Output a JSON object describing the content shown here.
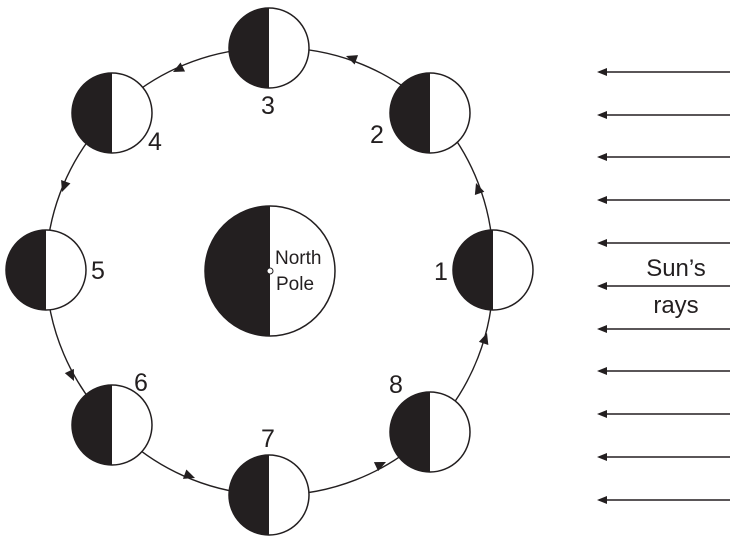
{
  "earth": {
    "label_line1": "North",
    "label_line2": "Pole"
  },
  "moon_positions": [
    {
      "number": "1"
    },
    {
      "number": "2"
    },
    {
      "number": "3"
    },
    {
      "number": "4"
    },
    {
      "number": "5"
    },
    {
      "number": "6"
    },
    {
      "number": "7"
    },
    {
      "number": "8"
    }
  ],
  "sun": {
    "label_line1": "Sun’s",
    "label_line2": "rays",
    "ray_count": 11
  },
  "colors": {
    "ink": "#231f20",
    "lit": "#ffffff",
    "dark": "#231f20"
  }
}
